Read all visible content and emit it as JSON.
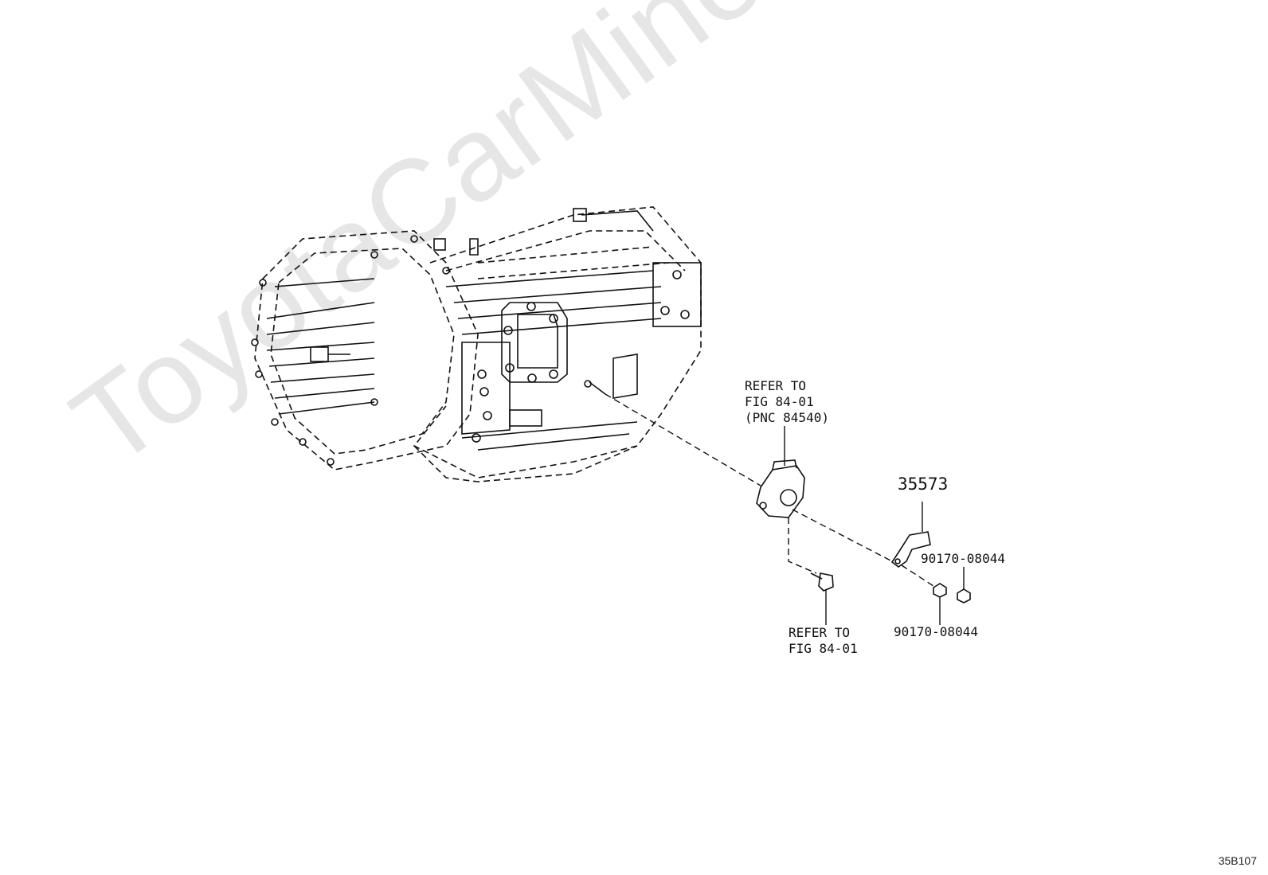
{
  "watermark": "ToyotaCarMine.ru",
  "figure_code": "35B107",
  "callouts": {
    "neutral_switch_ref": [
      "REFER TO",
      "FIG 84-01",
      "(PNC 84540)"
    ],
    "bolt_ref": [
      "REFER TO",
      "FIG 84-01"
    ],
    "bracket_part": "35573",
    "nut_upper_part": "90170-08044",
    "nut_lower_part": "90170-08044"
  },
  "colors": {
    "line": "#111111",
    "watermark": "#e6e6e6"
  }
}
